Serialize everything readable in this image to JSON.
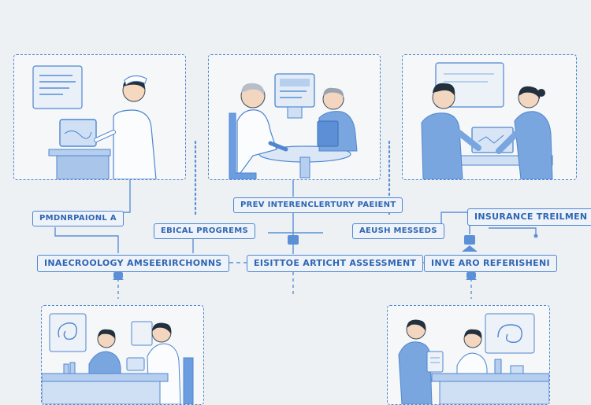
{
  "colors": {
    "accent": "#4f86d0",
    "label_text": "#2f66b3",
    "background": "#eef1f4",
    "shirt_blue": "#7aa6df"
  },
  "labels": {
    "patient_info": "PMDNRPAIONL A",
    "ebical_programs": "EBICAL PROGREMS",
    "prev_referral": "PREV INTERENCLERTURY PAEIENT",
    "health_messages": "AEUSH MESSEDS",
    "insurance": "INSURANCE TREILMEN",
    "technology": "INAECROOLOGY AMSEERIRCHONNS",
    "assessment": "EISITTOE ARTICHT ASSESSMENT",
    "inve_referral": "INVE ARO REFERISHENI"
  },
  "scenes": {
    "nurse_intake": {
      "icons": [
        "nurse-icon",
        "laptop-icon",
        "document-icon"
      ]
    },
    "doctor_consult": {
      "icons": [
        "doctor-icon",
        "patient-icon",
        "monitor-icon",
        "table-icon"
      ]
    },
    "front_desk": {
      "icons": [
        "receptionist-icon",
        "patient-icon",
        "laptop-icon",
        "screen-icon"
      ]
    },
    "records_review": {
      "icons": [
        "clerk-icon",
        "doctor-icon",
        "tablet-icon",
        "brain-chart-icon"
      ]
    },
    "followup_visit": {
      "icons": [
        "patient-icon",
        "doctor-icon",
        "clipboard-icon",
        "swirl-chart-icon"
      ]
    }
  }
}
